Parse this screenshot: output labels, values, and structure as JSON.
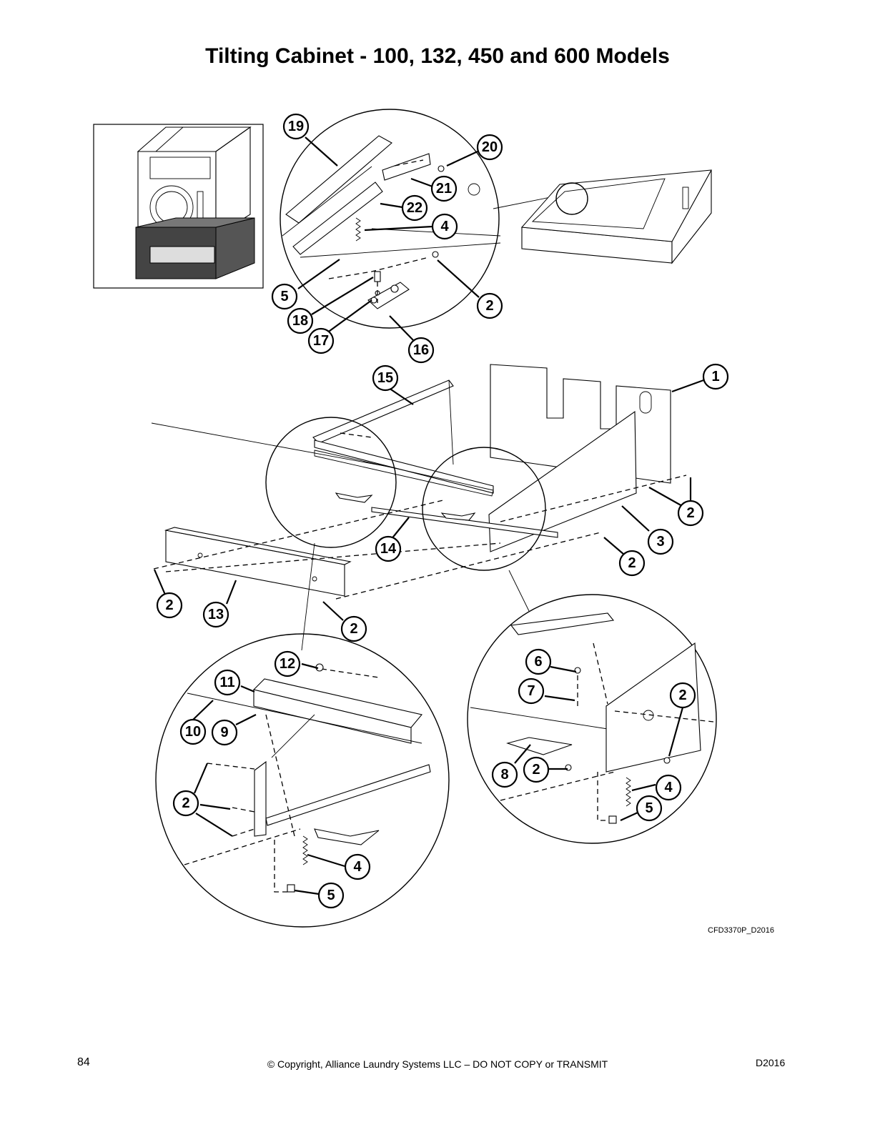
{
  "page": {
    "title": "Tilting Cabinet - 100, 132, 450 and 600 Models",
    "drawing_code": "CFD3370P_D2016",
    "page_number": "84",
    "copyright": "© Copyright, Alliance Laundry Systems LLC – DO NOT COPY or TRANSMIT",
    "document_code": "D2016"
  },
  "callouts": [
    "1",
    "2",
    "3",
    "4",
    "5",
    "6",
    "7",
    "8",
    "9",
    "10",
    "11",
    "12",
    "13",
    "14",
    "15",
    "16",
    "17",
    "18",
    "19",
    "20",
    "21",
    "22"
  ]
}
